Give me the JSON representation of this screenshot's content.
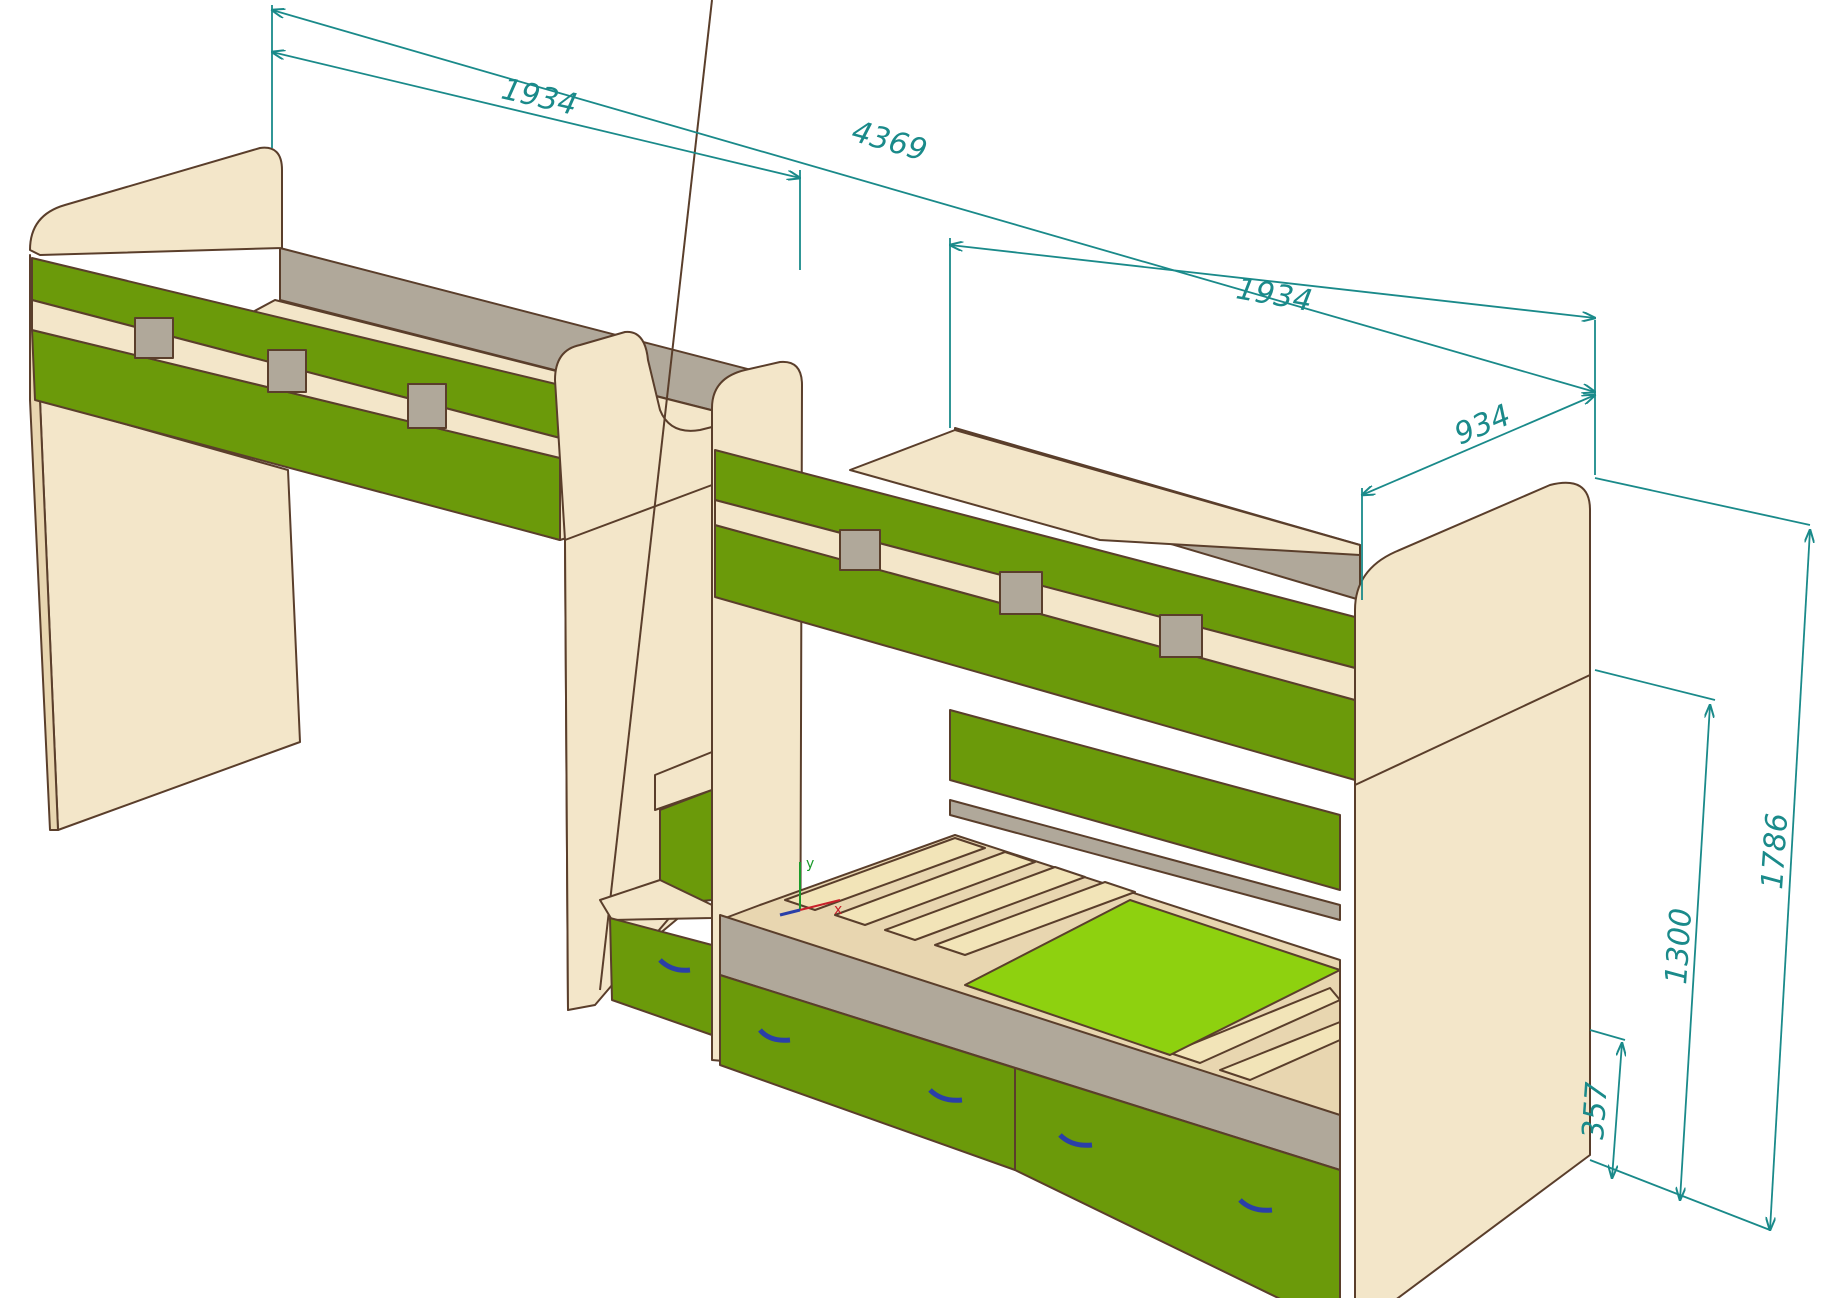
{
  "drawing": {
    "dimensions": {
      "total_length": "4369",
      "loft_bed_length": "1934",
      "bunk_bed_length": "1934",
      "bunk_bed_depth": "934",
      "total_height": "1786",
      "upper_bunk_height": "1300",
      "drawer_height": "357"
    },
    "axis_labels": {
      "x": "x",
      "y": "y"
    }
  },
  "colors": {
    "wood": "#f3e6c9",
    "wood_shade": "#e8d6b0",
    "green": "#6b9a0a",
    "green_light": "#8ed10f",
    "gray": "#b0a89a",
    "edge": "#5a3e2b",
    "dimension": "#1a8a8a",
    "handle": "#2a3fa8"
  },
  "icons": {
    "origin_axes": "axis-triad-icon"
  }
}
